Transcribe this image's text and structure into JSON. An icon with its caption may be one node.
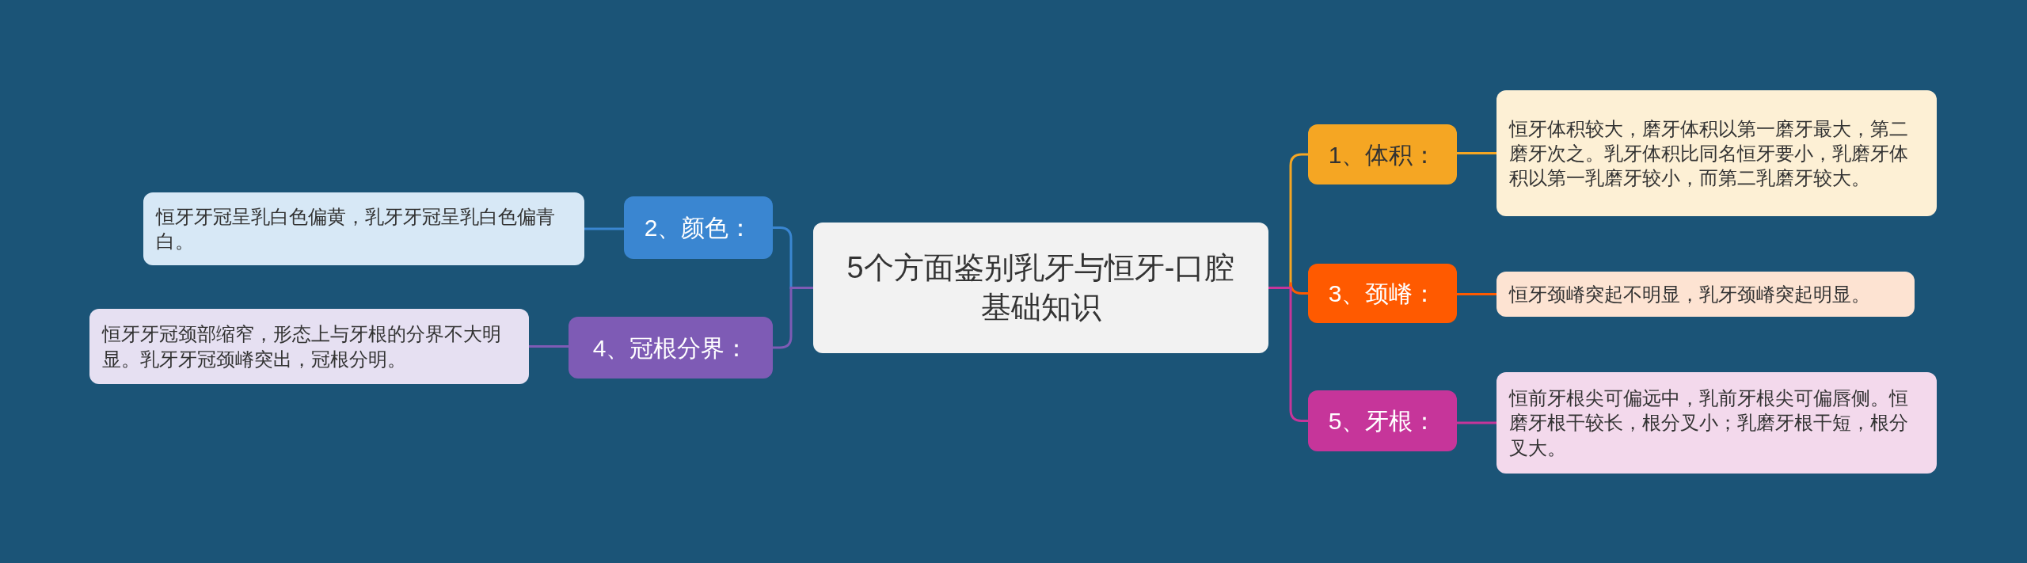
{
  "diagram": {
    "nodes": [
      {
        "text": [
          "5个方面鉴别乳牙与恒牙-口腔基础知识"
        ]
      },
      {
        "text": [
          "1、体积："
        ]
      },
      {
        "text": [
          "恒牙体积较大，磨牙体积以第一磨牙最大，第二磨牙次之。乳牙体积比同名恒牙要小，乳磨牙体积以第一乳磨牙较小，而第二乳磨牙较大。"
        ]
      },
      {
        "text": [
          "2、颜色："
        ]
      },
      {
        "text": [
          "恒牙牙冠呈乳白色偏黄，乳牙牙冠呈乳白色偏青白。"
        ]
      },
      {
        "text": [
          "3、颈嵴："
        ]
      },
      {
        "text": [
          "恒牙颈嵴突起不明显，乳牙颈嵴突起明显。"
        ]
      },
      {
        "text": [
          "4、冠根分界："
        ]
      },
      {
        "text": [
          "恒牙牙冠颈部缩窄，形态上与牙根的分界不大明显。乳牙牙冠颈嵴突出，冠根分明。"
        ]
      },
      {
        "text": [
          "5、牙根："
        ]
      },
      {
        "text": [
          "恒前牙根尖可偏远中，乳前牙根尖可偏唇侧。恒磨牙根干较长，根分叉小；乳磨牙根干短，根分叉大。"
        ]
      }
    ],
    "edges": [
      {
        "from": 0,
        "to": 1,
        "arrow": "none",
        "color": "#f5a623"
      },
      {
        "from": 1,
        "to": 2,
        "arrow": "none",
        "color": "#f5a623"
      },
      {
        "from": 0,
        "to": 3,
        "arrow": "none",
        "color": "#3a86d1"
      },
      {
        "from": 3,
        "to": 4,
        "arrow": "none",
        "color": "#3a86d1"
      },
      {
        "from": 0,
        "to": 5,
        "arrow": "none",
        "color": "#ff5a00"
      },
      {
        "from": 5,
        "to": 6,
        "arrow": "none",
        "color": "#ff5a00"
      },
      {
        "from": 0,
        "to": 7,
        "arrow": "none",
        "color": "#7e5bb5"
      },
      {
        "from": 7,
        "to": 8,
        "arrow": "none",
        "color": "#7e5bb5"
      },
      {
        "from": 0,
        "to": 9,
        "arrow": "none",
        "color": "#c6359a"
      },
      {
        "from": 9,
        "to": 10,
        "arrow": "none",
        "color": "#c6359a"
      }
    ]
  }
}
